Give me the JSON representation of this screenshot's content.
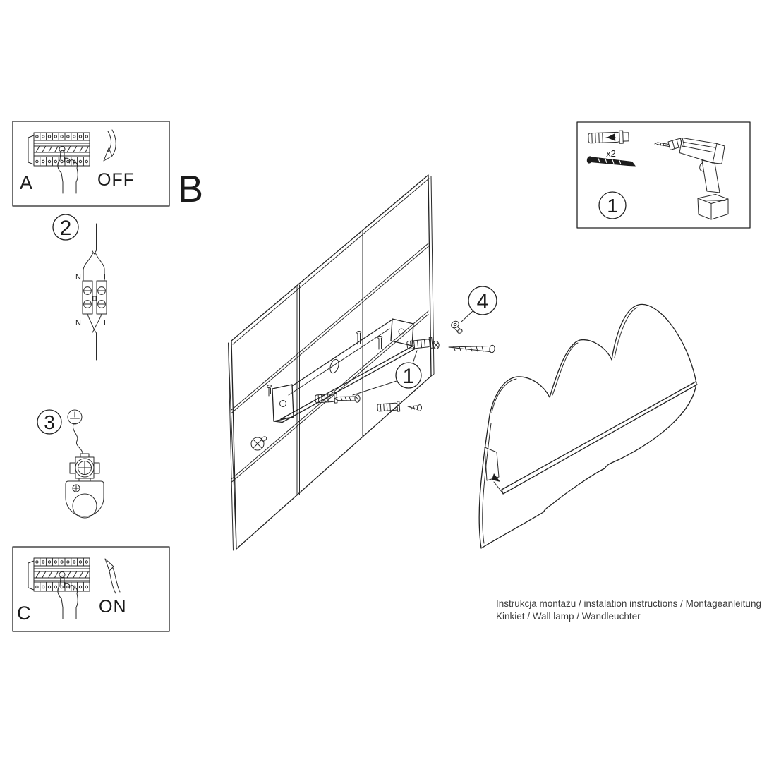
{
  "panels": {
    "a": {
      "label": "A",
      "state": "OFF"
    },
    "b": {
      "label": "B"
    },
    "c": {
      "label": "C",
      "state": "ON"
    }
  },
  "steps": {
    "step2": {
      "number": "2",
      "wire_top_left": "N",
      "wire_top_right": "L",
      "wire_bottom_left": "N",
      "wire_bottom_right": "L"
    },
    "step3": {
      "number": "3"
    }
  },
  "callouts": {
    "bracket_fixings": "1",
    "lamp_screw": "4"
  },
  "parts_box": {
    "number": "1",
    "quantity": "x2"
  },
  "footer": {
    "line1": "Instrukcja montażu / instalation instructions / Montageanleitung",
    "line2": "Kinkiet / Wall lamp / Wandleuchter"
  },
  "colors": {
    "line": "#222222",
    "text": "#1a1a1a",
    "background": "#ffffff"
  }
}
